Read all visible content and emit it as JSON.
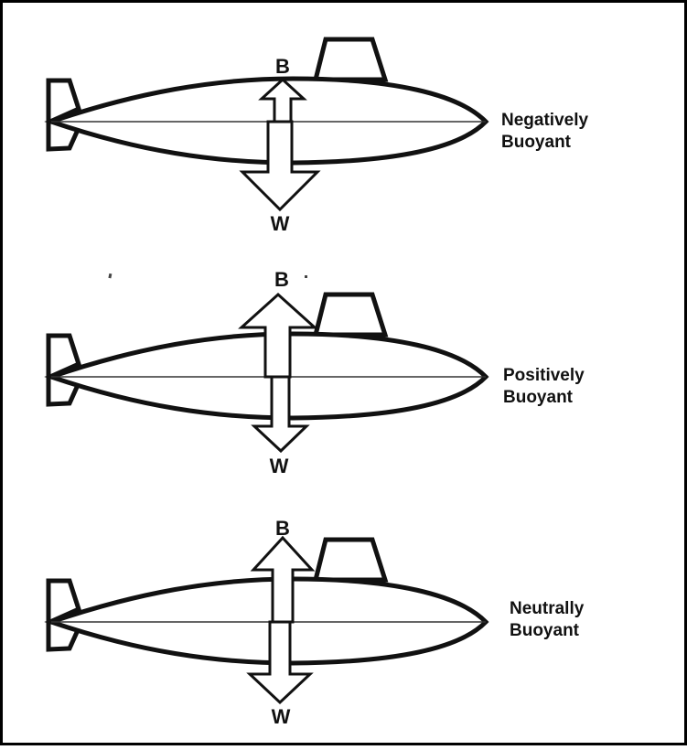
{
  "diagram": {
    "kind": "submarine-buoyancy-states",
    "figures": [
      {
        "id": "negatively-buoyant",
        "caption": {
          "line1": "Negatively",
          "line2": "Buoyant"
        },
        "forces": {
          "buoyancy": "B",
          "weight": "W"
        },
        "depicted_relation": "weight arrow larger than buoyancy arrow"
      },
      {
        "id": "positively-buoyant",
        "caption": {
          "line1": "Positively",
          "line2": "Buoyant"
        },
        "forces": {
          "buoyancy": "B",
          "weight": "W"
        },
        "depicted_relation": "buoyancy arrow larger than weight arrow"
      },
      {
        "id": "neutrally-buoyant",
        "caption": {
          "line1": "Neutrally",
          "line2": "Buoyant"
        },
        "forces": {
          "buoyancy": "B",
          "weight": "W"
        },
        "depicted_relation": "buoyancy and weight arrows equal"
      }
    ],
    "colors": {
      "ink": "#111111",
      "background": "#ffffff"
    }
  }
}
